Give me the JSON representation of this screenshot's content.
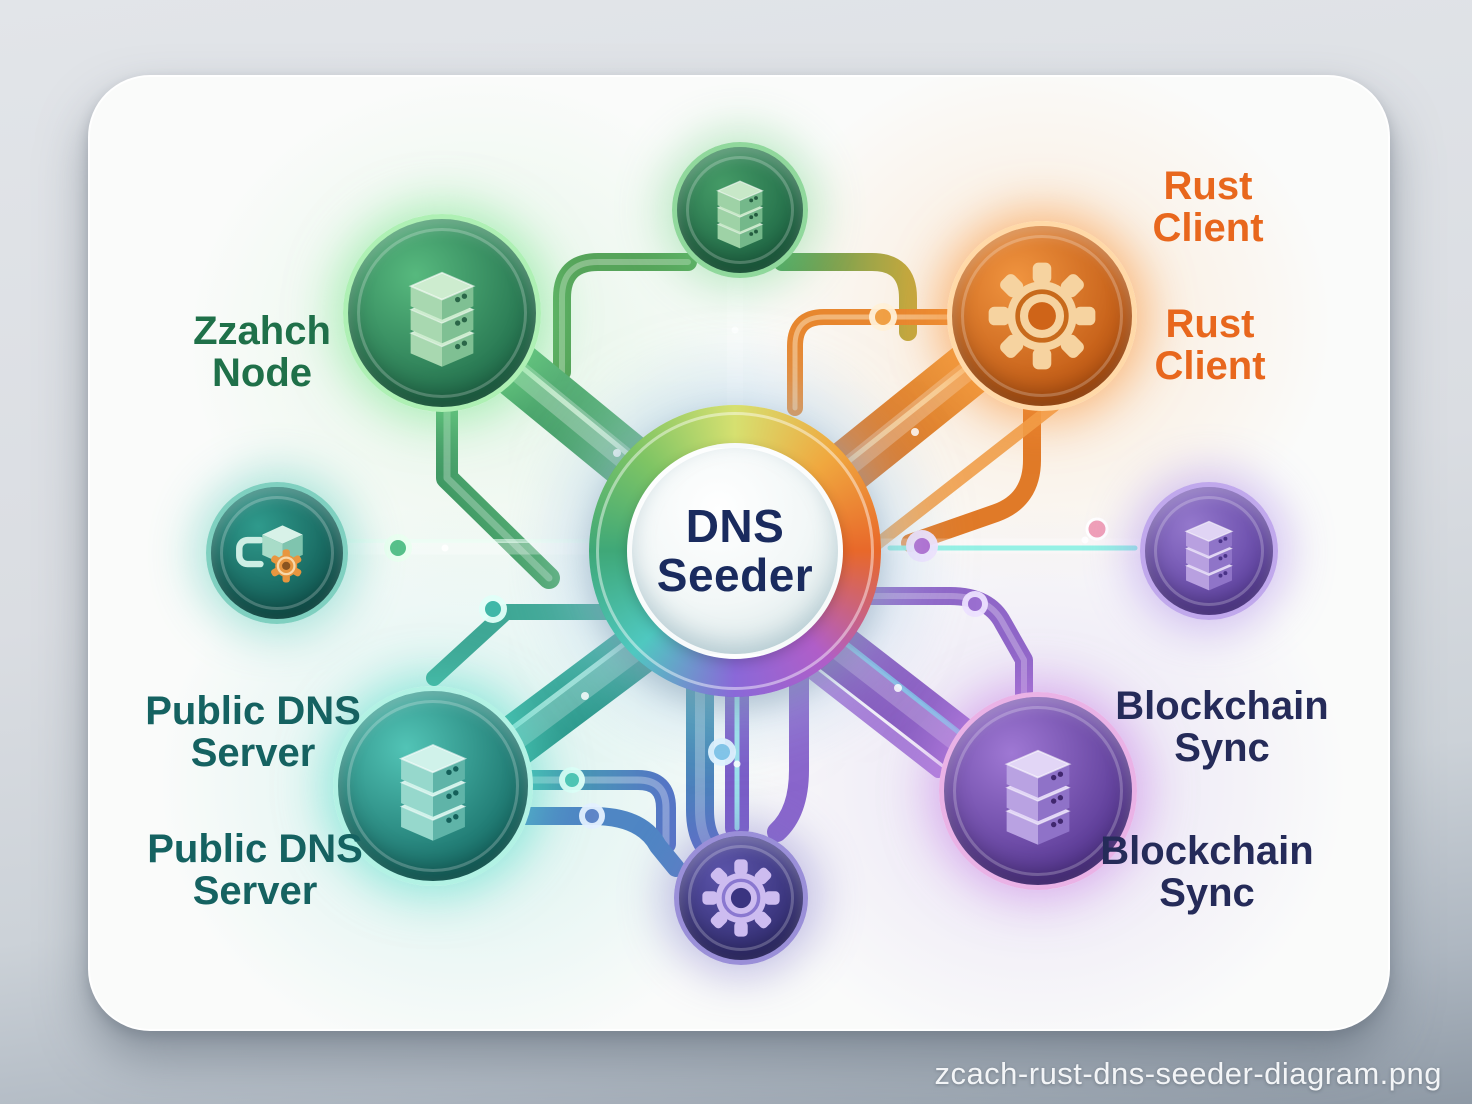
{
  "hub": {
    "line1": "DNS",
    "line2": "Seeder"
  },
  "labels": {
    "zzahch": {
      "line1": "Zzahch",
      "line2": "Node",
      "color": "#1f7049"
    },
    "rust_client_a": {
      "line1": "Rust",
      "line2": "Client",
      "color": "#e8671d"
    },
    "rust_client_b": {
      "line1": "Rust",
      "line2": "Client",
      "color": "#e8671d"
    },
    "public_dns_a": {
      "line1": "Public DNS",
      "line2": "Server",
      "color": "#156261"
    },
    "public_dns_b": {
      "line1": "Public DNS",
      "line2": "Server",
      "color": "#156261"
    },
    "blockchain_a": {
      "line1": "Blockchain",
      "line2": "Sync",
      "color": "#252b59"
    },
    "blockchain_b": {
      "line1": "Blockchain",
      "line2": "Sync",
      "color": "#252b59"
    }
  },
  "nodes": [
    {
      "id": "node-top-left",
      "icon": "server-stack-icon",
      "accent": "#3f9e63"
    },
    {
      "id": "node-top",
      "icon": "server-stack-icon",
      "accent": "#2f8a57"
    },
    {
      "id": "node-rust-client",
      "icon": "gear-icon",
      "accent": "#e0751f"
    },
    {
      "id": "node-left",
      "icon": "package-gear-icon",
      "accent": "#1f8a7e"
    },
    {
      "id": "node-right",
      "icon": "server-stack-icon",
      "accent": "#7a58b8"
    },
    {
      "id": "node-bottom-left",
      "icon": "server-stack-icon",
      "accent": "#2fa396"
    },
    {
      "id": "node-bottom-right",
      "icon": "server-stack-icon",
      "accent": "#8a5fc4"
    },
    {
      "id": "node-bottom",
      "icon": "gear-icon",
      "accent": "#4a4392"
    }
  ],
  "footer": {
    "filename": "zcach-rust-dns-seeder-diagram.png"
  }
}
